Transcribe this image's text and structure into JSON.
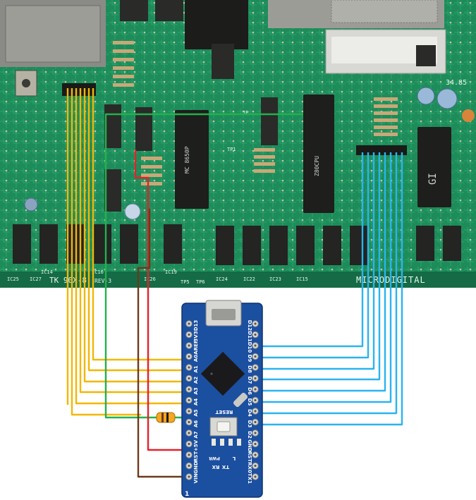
{
  "board": {
    "model_label": "TK 90X-8",
    "rev_label": "REV-3",
    "brand_label": "MICRODIGITAL",
    "cpu_chip_label": "Z80CPU",
    "ula_chip_label": "MC 8650P",
    "rom_chip_label": "GI",
    "part_code": "34.85",
    "ic_labels": [
      "IC24",
      "IC22",
      "IC23",
      "IC15",
      "IC16",
      "IC19",
      "IC14",
      "IC27",
      "IC26",
      "IC25",
      "TP5",
      "TP6",
      "JP",
      "TP1"
    ]
  },
  "nano": {
    "reset_label": "RESET",
    "left_pins": [
      "D13",
      "3V3",
      "AREF",
      "A0",
      "A1",
      "A2",
      "A3",
      "A4",
      "A5",
      "A6",
      "A7",
      "+5V",
      "RST",
      "GND",
      "VIN"
    ],
    "right_pins": [
      "D12",
      "D11",
      "D10",
      "D9",
      "D8",
      "D7",
      "D6",
      "D5",
      "D4",
      "D3",
      "D2",
      "GND",
      "RST",
      "RX0",
      "TX1"
    ],
    "led_labels": [
      "RX",
      "TX",
      "L",
      "PWR"
    ],
    "pin_one_label": "1"
  },
  "colors": {
    "pcb": "#1e8c5a",
    "pcb_dark": "#146b45",
    "nano": "#1b4fa0",
    "wire_address": "#f2b705",
    "wire_data": "#2ab4ee",
    "wire_signal": "#22b14c",
    "wire_power": "#e8202a",
    "wire_ground": "#6b3a1a",
    "resistor": "#f5a623"
  }
}
